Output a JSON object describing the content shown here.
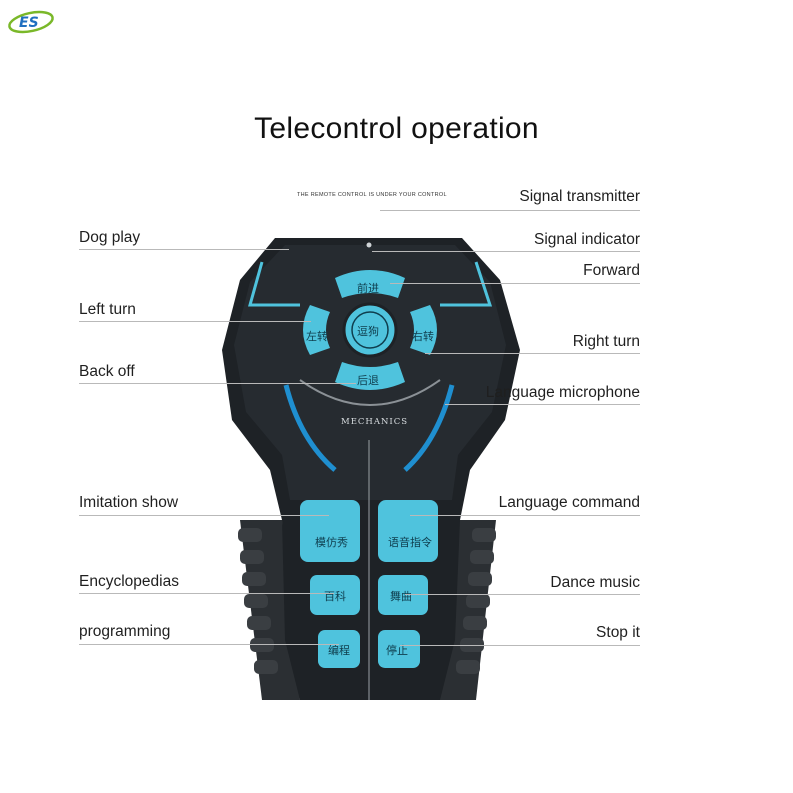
{
  "logo": {
    "text": "ES"
  },
  "title": "Telecontrol operation",
  "remote": {
    "top_text": "THE REMOTE CONTROL IS UNDER YOUR CONTROL",
    "brand": "MECHANICS",
    "buttons": {
      "forward": "前进",
      "left": "左转",
      "center": "逗狗",
      "right": "右转",
      "back": "后退",
      "imitation": "模仿秀",
      "voice_cmd": "语音指令",
      "encyclopedia": "百科",
      "dance": "舞曲",
      "programming": "编程",
      "stop": "停止"
    }
  },
  "labels_left": {
    "dog_play": "Dog play",
    "left_turn": "Left turn",
    "back_off": "Back off",
    "imitation_show": "Imitation show",
    "encyclopedias": "Encyclopedias",
    "programming": "programming"
  },
  "labels_right": {
    "signal_transmitter": "Signal transmitter",
    "signal_indicator": "Signal indicator",
    "forward": "Forward",
    "right_turn": "Right turn",
    "language_microphone": "Language microphone",
    "language_command": "Language command",
    "dance_music": "Dance music",
    "stop_it": "Stop it"
  },
  "colors": {
    "accent_cyan": "#4fc3dd",
    "body_dark": "#1e2226",
    "logo_blue": "#1f6fc0",
    "logo_green": "#7ab829"
  }
}
